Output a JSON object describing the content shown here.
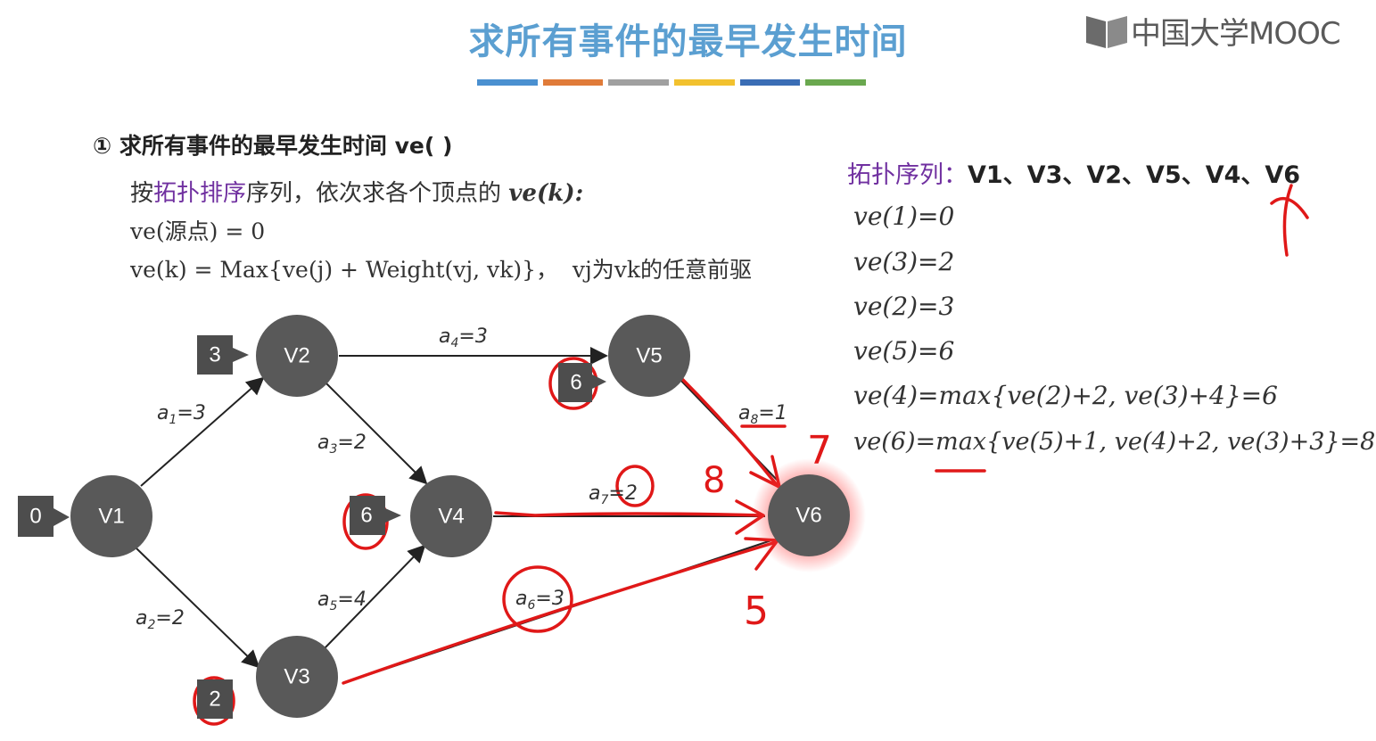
{
  "title": "求所有事件的最早发生时间",
  "brand": {
    "logo_text": "中国大学MOOC"
  },
  "title_bar_colors": [
    "#4a90d0",
    "#e07b39",
    "#a0a0a0",
    "#f2c12e",
    "#3a6db5",
    "#6aa84f"
  ],
  "heading": "① 求所有事件的最早发生时间 ve( )",
  "rule": {
    "intro_prefix": "按",
    "intro_highlight": "拓扑排序",
    "intro_suffix": "序列，依次求各个顶点的 ",
    "intro_var": "ve(k):",
    "source_formula": "ve(源点) = 0",
    "recurrence_formula": "ve(k) = Max{ve(j) + Weight(vj, vk)}，",
    "recurrence_note": "vj为vk的任意前驱"
  },
  "topo": {
    "label": "拓扑序列：",
    "sequence": "V1、V3、V2、V5、V4、V6"
  },
  "ve_results": [
    "ve(1)=0",
    "ve(3)=2",
    "ve(2)=3",
    "ve(5)=6",
    "ve(4)=max{ve(2)+2, ve(3)+4}=6",
    "ve(6)=max{ve(5)+1, ve(4)+2, ve(3)+3}=8"
  ],
  "graph": {
    "nodes": [
      {
        "id": "V1",
        "label": "V1",
        "ve": "0"
      },
      {
        "id": "V2",
        "label": "V2",
        "ve": "3"
      },
      {
        "id": "V3",
        "label": "V3",
        "ve": "2"
      },
      {
        "id": "V4",
        "label": "V4",
        "ve": "6"
      },
      {
        "id": "V5",
        "label": "V5",
        "ve": "6"
      },
      {
        "id": "V6",
        "label": "V6",
        "ve": ""
      }
    ],
    "edges": [
      {
        "name": "a",
        "sub": "1",
        "weight": "=3"
      },
      {
        "name": "a",
        "sub": "2",
        "weight": "=2"
      },
      {
        "name": "a",
        "sub": "3",
        "weight": "=2"
      },
      {
        "name": "a",
        "sub": "4",
        "weight": "=3"
      },
      {
        "name": "a",
        "sub": "5",
        "weight": "=4"
      },
      {
        "name": "a",
        "sub": "6",
        "weight": "=3"
      },
      {
        "name": "a",
        "sub": "7",
        "weight": "=2"
      },
      {
        "name": "a",
        "sub": "8",
        "weight": "=1"
      }
    ],
    "handwritten": [
      "7",
      "8",
      "5"
    ]
  },
  "colors": {
    "node": "#595959",
    "box": "#4d4d4d",
    "ink": "#e01818",
    "accent_purple": "#7030a0"
  }
}
